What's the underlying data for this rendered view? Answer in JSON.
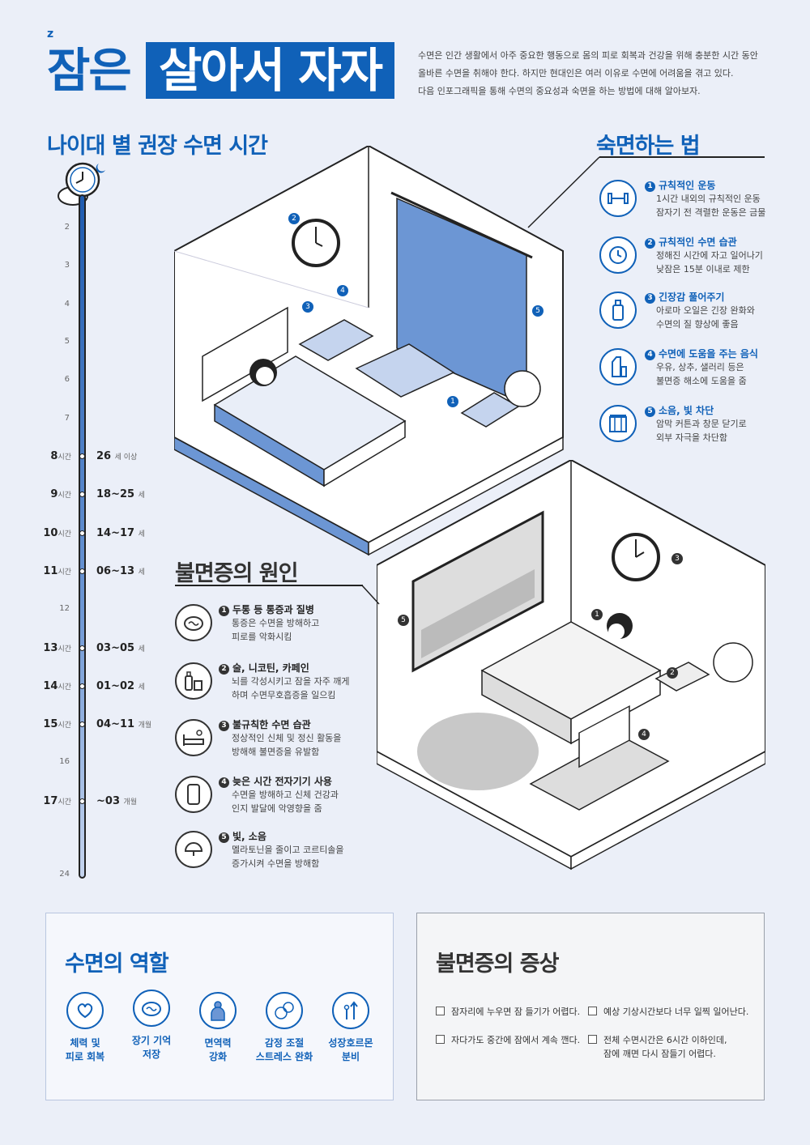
{
  "header": {
    "title_plain": "잠은",
    "title_boxed": "살아서 자자",
    "zz": "z",
    "intro_lines": [
      "수면은 인간 생활에서 아주 중요한 행동으로 몸의 피로 회복과 건강을 위해 충분한 시간 동안",
      "올바른 수면을 취해야 한다.  하지만 현대인은 여러 이유로 수면에 어려움을 겪고 있다.",
      "다음 인포그래픽을 통해 수면의 중요성과 숙면을 하는 방법에 대해 알아보자."
    ]
  },
  "timeline": {
    "title": "나이대 별 권장 수면 시간",
    "ticks": [
      "2",
      "3",
      "4",
      "5",
      "6",
      "7",
      "12",
      "16",
      "24"
    ],
    "rows": [
      {
        "hours": "8",
        "unit": "시간",
        "age": "26",
        "age_unit": "세 이상"
      },
      {
        "hours": "9",
        "unit": "시간",
        "age": "18~25",
        "age_unit": "세"
      },
      {
        "hours": "10",
        "unit": "시간",
        "age": "14~17",
        "age_unit": "세"
      },
      {
        "hours": "11",
        "unit": "시간",
        "age": "06~13",
        "age_unit": "세"
      },
      {
        "hours": "13",
        "unit": "시간",
        "age": "03~05",
        "age_unit": "세"
      },
      {
        "hours": "14",
        "unit": "시간",
        "age": "01~02",
        "age_unit": "세"
      },
      {
        "hours": "15",
        "unit": "시간",
        "age": "04~11",
        "age_unit": "개월"
      },
      {
        "hours": "17",
        "unit": "시간",
        "age": "~03",
        "age_unit": "개월"
      }
    ]
  },
  "good_sleep": {
    "title": "숙면하는 법",
    "items": [
      {
        "num": "1",
        "title": "규칙적인 운동",
        "desc1": "1시간 내외의 규칙적인 운동",
        "desc2": "잠자기 전 격렬한 운동은 금물",
        "icon": "dumbbell-icon"
      },
      {
        "num": "2",
        "title": "규칙적인 수면 습관",
        "desc1": "정해진 시간에 자고 일어나기",
        "desc2": "낮잠은 15분 이내로 제한",
        "icon": "clock-rotate-icon"
      },
      {
        "num": "3",
        "title": "긴장감 풀어주기",
        "desc1": "아로마 오일은 긴장 완화와",
        "desc2": "수면의 질 향상에 좋음",
        "icon": "aroma-oil-icon"
      },
      {
        "num": "4",
        "title": "수면에 도움을 주는 음식",
        "desc1": "우유, 상추, 샐러리 등은",
        "desc2": "불면증 해소에 도움을 줌",
        "icon": "milk-icon"
      },
      {
        "num": "5",
        "title": "소음, 빛 차단",
        "desc1": "암막 커튼과 창문 닫기로",
        "desc2": "외부 자극을 차단함",
        "icon": "curtain-icon"
      }
    ]
  },
  "insomnia_causes": {
    "title": "불면증의 원인",
    "items": [
      {
        "num": "1",
        "title": "두통 등 통증과 질병",
        "desc1": "통증은 수면을 방해하고",
        "desc2": "피로를 악화시킴",
        "icon": "brain-pain-icon"
      },
      {
        "num": "2",
        "title": "술, 니코틴, 카페인",
        "desc1": "뇌를 각성시키고 잠을 자주 깨게",
        "desc2": "하며 수면무호흡증을 일으킴",
        "icon": "drink-icon"
      },
      {
        "num": "3",
        "title": "불규칙한 수면 습관",
        "desc1": "정상적인 신체 및 정신 활동을",
        "desc2": "방해해 불면증을 유발함",
        "icon": "bed-sun-icon"
      },
      {
        "num": "4",
        "title": "늦은 시간 전자기기 사용",
        "desc1": "수면을 방해하고 신체 건강과",
        "desc2": "인지 발달에 악영향을 줌",
        "icon": "phone-icon"
      },
      {
        "num": "5",
        "title": "빛, 소음",
        "desc1": "멜라토닌을 줄이고 코르티솔을",
        "desc2": "증가시켜 수면을 방해함",
        "icon": "lamp-icon"
      }
    ]
  },
  "room_callouts": {
    "top": [
      "1",
      "2",
      "3",
      "4",
      "5"
    ],
    "bottom": [
      "1",
      "2",
      "3",
      "4",
      "5"
    ]
  },
  "roles": {
    "title": "수면의 역할",
    "items": [
      {
        "line1": "체력 및",
        "line2": "피로 회복",
        "icon": "heart-recovery-icon"
      },
      {
        "line1": "장기 기억",
        "line2": "저장",
        "icon": "brain-check-icon"
      },
      {
        "line1": "면역력",
        "line2": "강화",
        "icon": "immune-person-icon"
      },
      {
        "line1": "감정 조절",
        "line2": "스트레스 완화",
        "icon": "emotion-faces-icon"
      },
      {
        "line1": "성장호르몬",
        "line2": "분비",
        "icon": "growth-arrow-icon"
      }
    ]
  },
  "symptoms": {
    "title": "불면증의 증상",
    "items": [
      {
        "text1": "잠자리에 누우면 잠 들기가 어렵다.",
        "text2": ""
      },
      {
        "text1": "예상 기상시간보다 너무 일찍 일어난다.",
        "text2": ""
      },
      {
        "text1": "자다가도 중간에 잠에서 계속 깬다.",
        "text2": ""
      },
      {
        "text1": "전체 수면시간은 6시간 이하인데,",
        "text2": "잠에 깨면 다시 잠들기 어렵다."
      }
    ]
  },
  "colors": {
    "accent": "#1061b8",
    "bg": "#ebeff8",
    "room_blue": "#6c96d4"
  }
}
